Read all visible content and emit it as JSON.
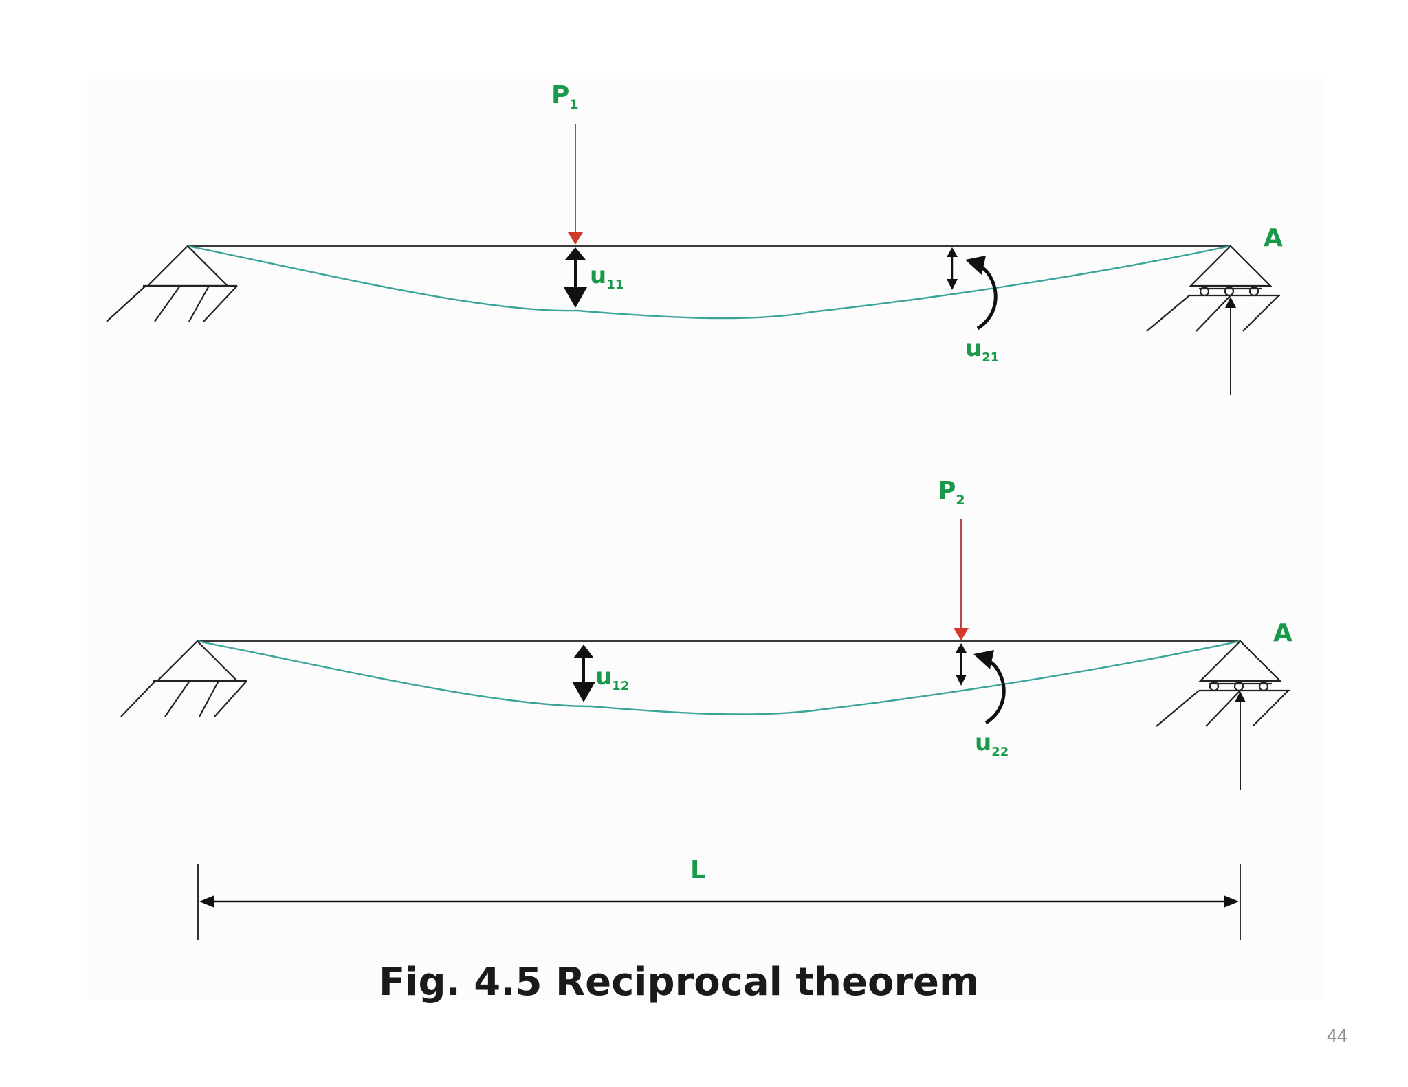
{
  "figure": {
    "caption": "Fig. 4.5 Reciprocal theorem",
    "top_case": {
      "load_main": "P",
      "load_sub": "1",
      "support_label": "A",
      "defl_a_main": "u",
      "defl_a_sub": "11",
      "defl_b_main": "u",
      "defl_b_sub": "21"
    },
    "bottom_case": {
      "load_main": "P",
      "load_sub": "2",
      "support_label": "A",
      "defl_a_main": "u",
      "defl_a_sub": "12",
      "defl_b_main": "u",
      "defl_b_sub": "22"
    },
    "span_label": "L"
  },
  "page_number": "44",
  "colors": {
    "label_green": "#199a4a",
    "load_red": "#c0392b",
    "deflected_curve": "#3aa39a",
    "beam_line": "#333333"
  }
}
